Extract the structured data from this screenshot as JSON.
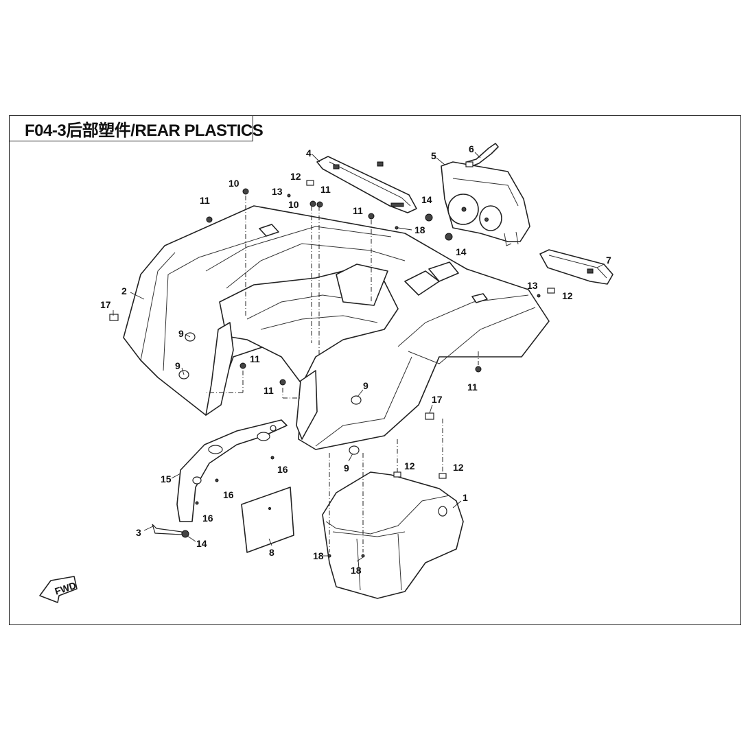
{
  "title": "F04-3后部塑件/REAR PLASTICS",
  "direction_marker": "FWD",
  "callouts": [
    "1",
    "2",
    "3",
    "4",
    "5",
    "6",
    "7",
    "8",
    "9",
    "9",
    "9",
    "9",
    "10",
    "10",
    "11",
    "11",
    "11",
    "11",
    "11",
    "11",
    "12",
    "12",
    "12",
    "12",
    "13",
    "13",
    "14",
    "14",
    "14",
    "15",
    "16",
    "16",
    "16",
    "17",
    "17",
    "18",
    "18",
    "18"
  ]
}
